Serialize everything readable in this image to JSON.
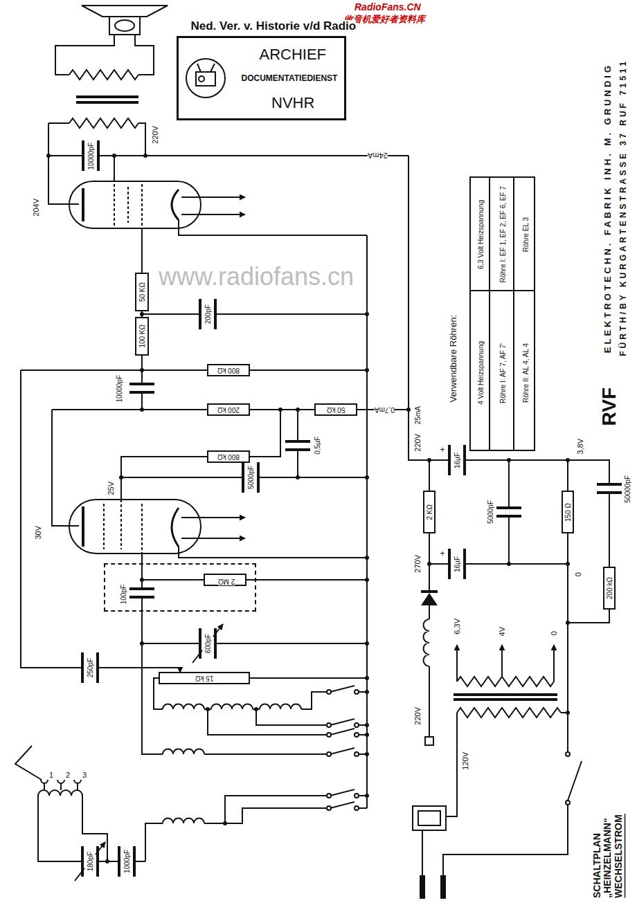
{
  "diagram": {
    "title": "SCHALTPLAN „HEINZELMANN“ WECHSELSTROM",
    "nodes": [
      {
        "text": [
          "ARCHIEF",
          "DOCUMENTATIEDIENST",
          "NVHR"
        ]
      },
      {
        "text": [
          "4 Volt Heizspannung",
          "6,3 Volt Heizspannung",
          "Röhre I: AF 7, AF 7'",
          "Röhre I: EF 1, EF 2, EF 6, EF 7",
          "Röhre II: AL 4, AL 4",
          "Röhre EL 3"
        ]
      },
      {
        "text": [
          "2 MΩ",
          "100pF"
        ]
      }
    ],
    "labels": [
      "RadioFans.CN",
      "收音机爱好者资料库",
      "Ned. Ver. v. Historie v/d Radio",
      "www.radiofans.cn",
      "220V",
      "10000pF",
      "204V",
      "24mA",
      "50 KΩ",
      "200pF",
      "100 KΩ",
      "10000pF",
      "800 kΩ",
      "200 kΩ",
      "50 kΩ",
      "0,7mA",
      "0,5µF",
      "800 kΩ",
      "5000pF",
      "25V",
      "30V",
      "600pF",
      "250pF",
      "15 kΩ",
      "1",
      "2",
      "3",
      "180pF",
      "1000pF",
      "Verwendbare Röhren:",
      "ELEKTROTECHN. FABRIK INH. M. GRUNDIG",
      "FÜRTH/BY KURGARTENSTRASSE 37 RUF 71511",
      "RVF",
      "25mA",
      "220V",
      "16µF",
      "2 KΩ",
      "5000pF",
      "3,8V",
      "150 Ω",
      "50000pF",
      "270V",
      "16µF",
      "0",
      "200 kΩ",
      "6,3V",
      "4V",
      "0",
      "220V",
      "120V",
      "+",
      "+"
    ]
  }
}
